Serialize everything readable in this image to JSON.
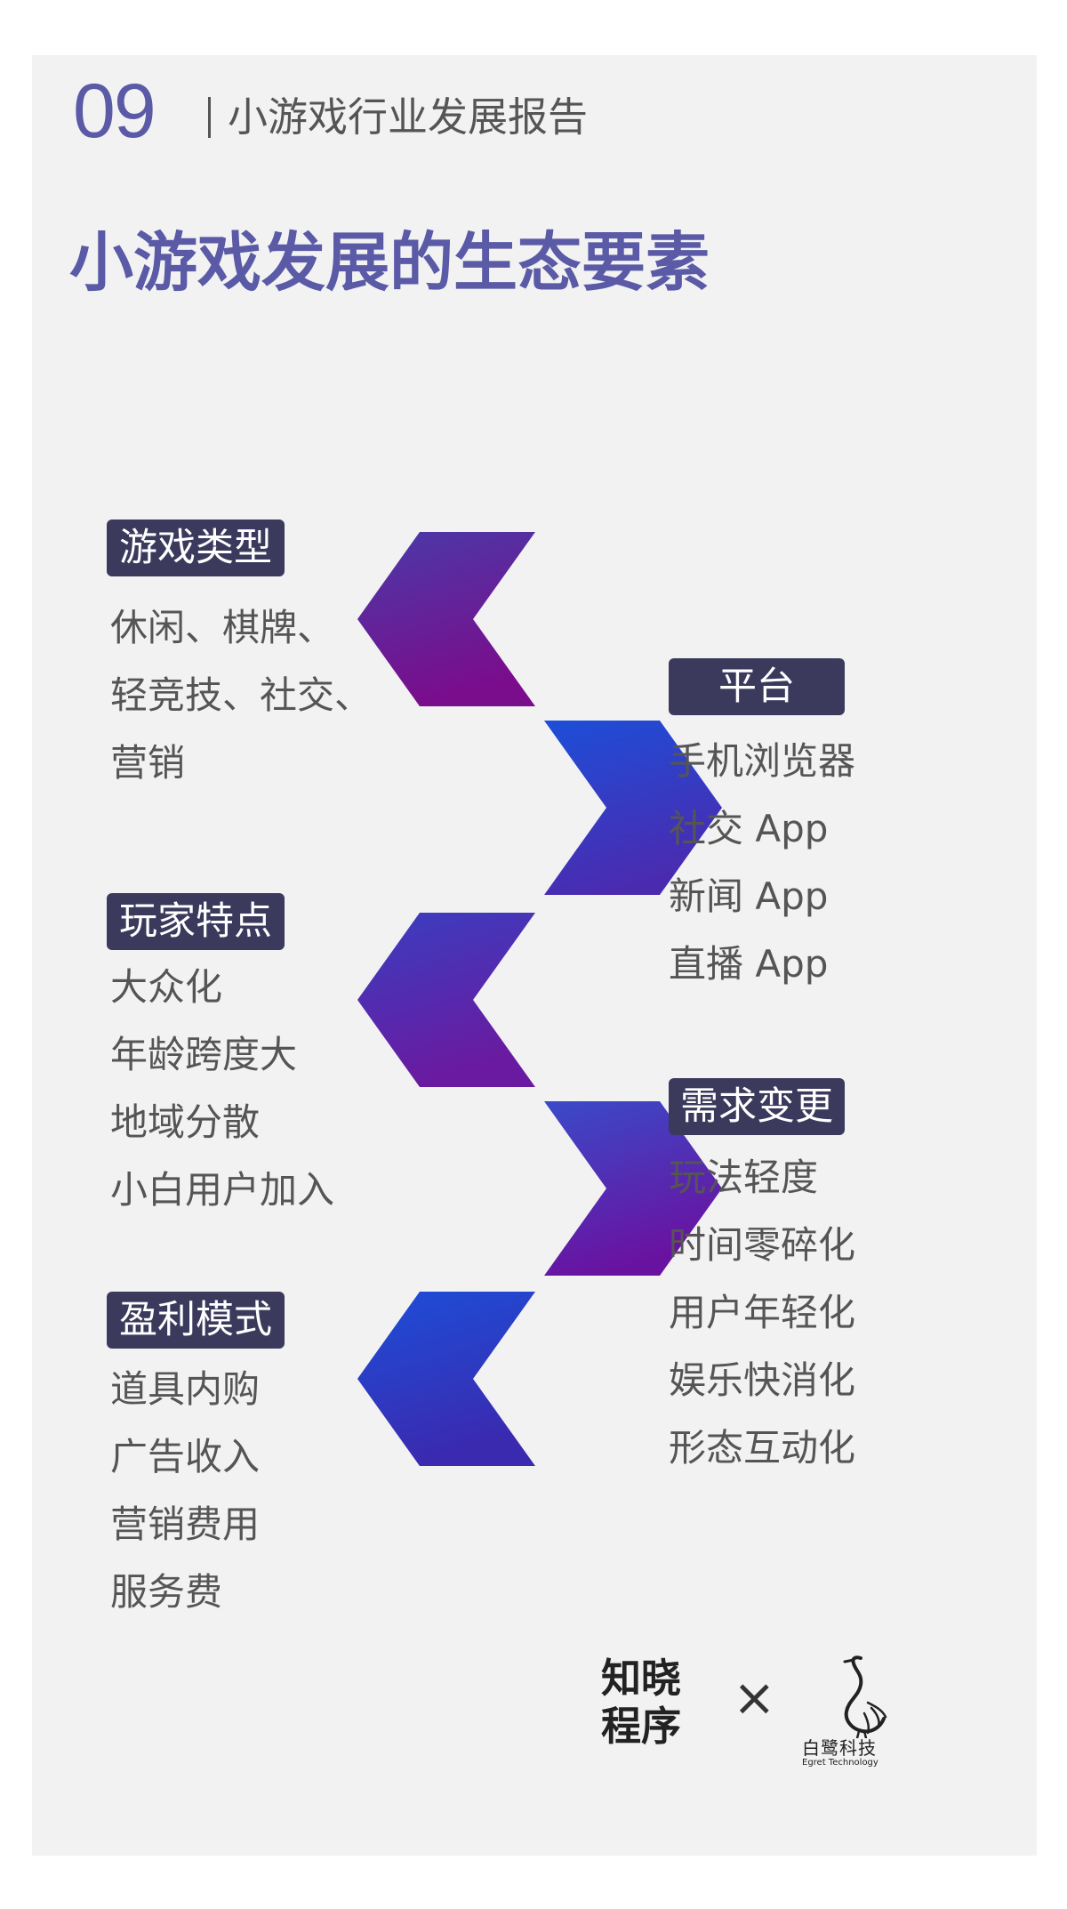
{
  "header": {
    "page_number": "09",
    "report_title": "小游戏行业发展报告"
  },
  "main_title": "小游戏发展的生态要素",
  "sections": {
    "game_types": {
      "title": "游戏类型",
      "items": [
        "休闲、棋牌、",
        "轻竞技、社交、",
        "营销"
      ]
    },
    "platform": {
      "title": "平台",
      "items": [
        "手机浏览器",
        "社交 App",
        "新闻 App",
        "直播 App"
      ]
    },
    "player_traits": {
      "title": "玩家特点",
      "items": [
        "大众化",
        "年龄跨度大",
        "地域分散",
        "小白用户加入"
      ]
    },
    "demand_change": {
      "title": "需求变更",
      "items": [
        "玩法轻度",
        "时间零碎化",
        "用户年轻化",
        "娱乐快消化",
        "形态互动化"
      ]
    },
    "profit_model": {
      "title": "盈利模式",
      "items": [
        "道具内购",
        "广告收入",
        "营销费用",
        "服务费"
      ]
    }
  },
  "footer": {
    "zhixiao_line1": "知晓",
    "zhixiao_line2": "程序",
    "times": "×",
    "egret_cn": "白鹭科技",
    "egret_en": "Egret Technology"
  },
  "colors": {
    "accent": "#5a5aa6",
    "tag_bg": "#3b3a5c",
    "chevron_purple": "#7a0d8c",
    "chevron_blue": "#1d4ed8"
  }
}
